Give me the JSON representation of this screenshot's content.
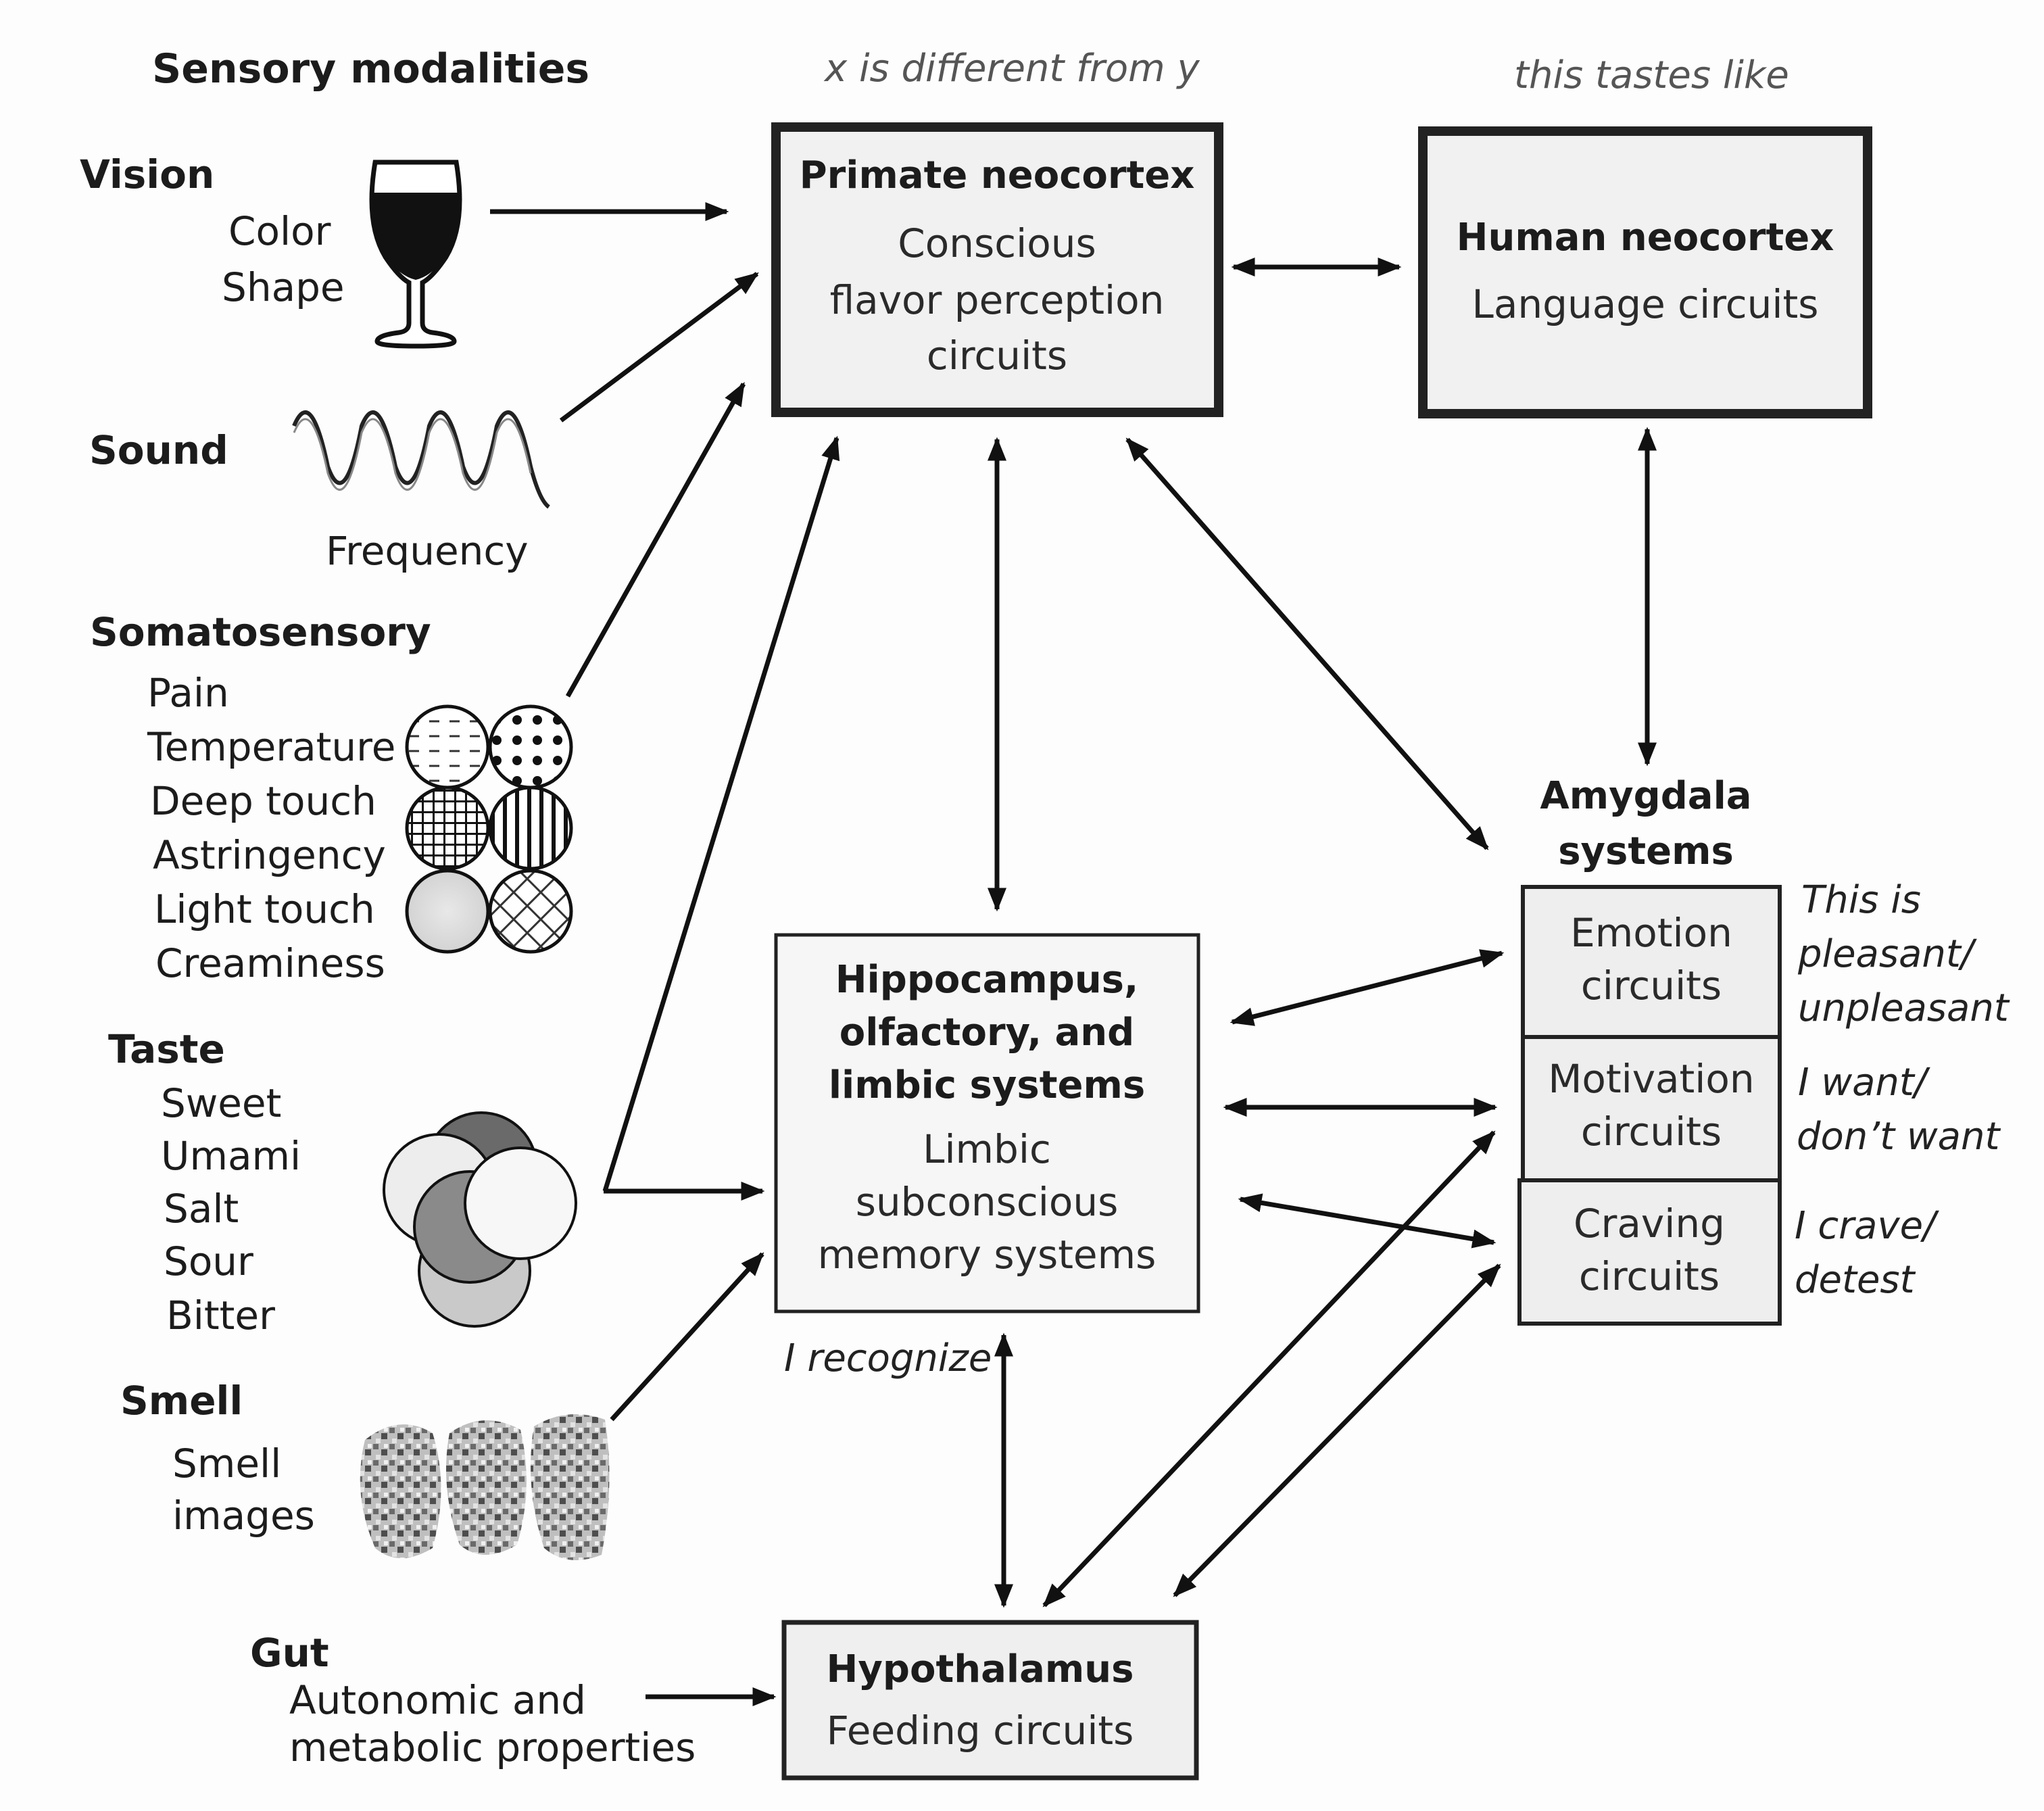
{
  "sensory": {
    "heading": "Sensory modalities",
    "vision": {
      "label": "Vision",
      "items": [
        "Color",
        "Shape"
      ]
    },
    "sound": {
      "label": "Sound",
      "caption": "Frequency"
    },
    "somato": {
      "label": "Somatosensory",
      "items": [
        "Pain",
        "Temperature",
        "Deep touch",
        "Astringency",
        "Light touch",
        "Creaminess"
      ]
    },
    "taste": {
      "label": "Taste",
      "items": [
        "Sweet",
        "Umami",
        "Salt",
        "Sour",
        "Bitter"
      ]
    },
    "smell": {
      "label": "Smell",
      "items": [
        "Smell",
        "images"
      ]
    },
    "gut": {
      "label": "Gut",
      "items": [
        "Autonomic and",
        "metabolic properties"
      ]
    }
  },
  "annotations": {
    "primate_top": "x is different from y",
    "human_top": "this tastes like",
    "recognize": "I recognize",
    "emotion_side": [
      "This is",
      "pleasant/",
      "unpleasant"
    ],
    "motivation_side": [
      "I want/",
      "don’t want"
    ],
    "craving_side": [
      "I crave/",
      "detest"
    ]
  },
  "boxes": {
    "primate": {
      "title": "Primate neocortex",
      "lines": [
        "Conscious",
        "flavor perception",
        "circuits"
      ]
    },
    "human": {
      "title": "Human neocortex",
      "lines": [
        "Language circuits"
      ]
    },
    "hippocampus": {
      "title_lines": [
        "Hippocampus,",
        "olfactory, and",
        "limbic systems"
      ],
      "lines": [
        "Limbic",
        "subconscious",
        "memory systems"
      ]
    },
    "hypothalamus": {
      "title": "Hypothalamus",
      "lines": [
        "Feeding circuits"
      ]
    },
    "amygdala": {
      "title_lines": [
        "Amygdala",
        "systems"
      ],
      "cells": [
        {
          "lines": [
            "Emotion",
            "circuits"
          ]
        },
        {
          "lines": [
            "Motivation",
            "circuits"
          ]
        },
        {
          "lines": [
            "Craving",
            "circuits"
          ]
        }
      ]
    }
  }
}
